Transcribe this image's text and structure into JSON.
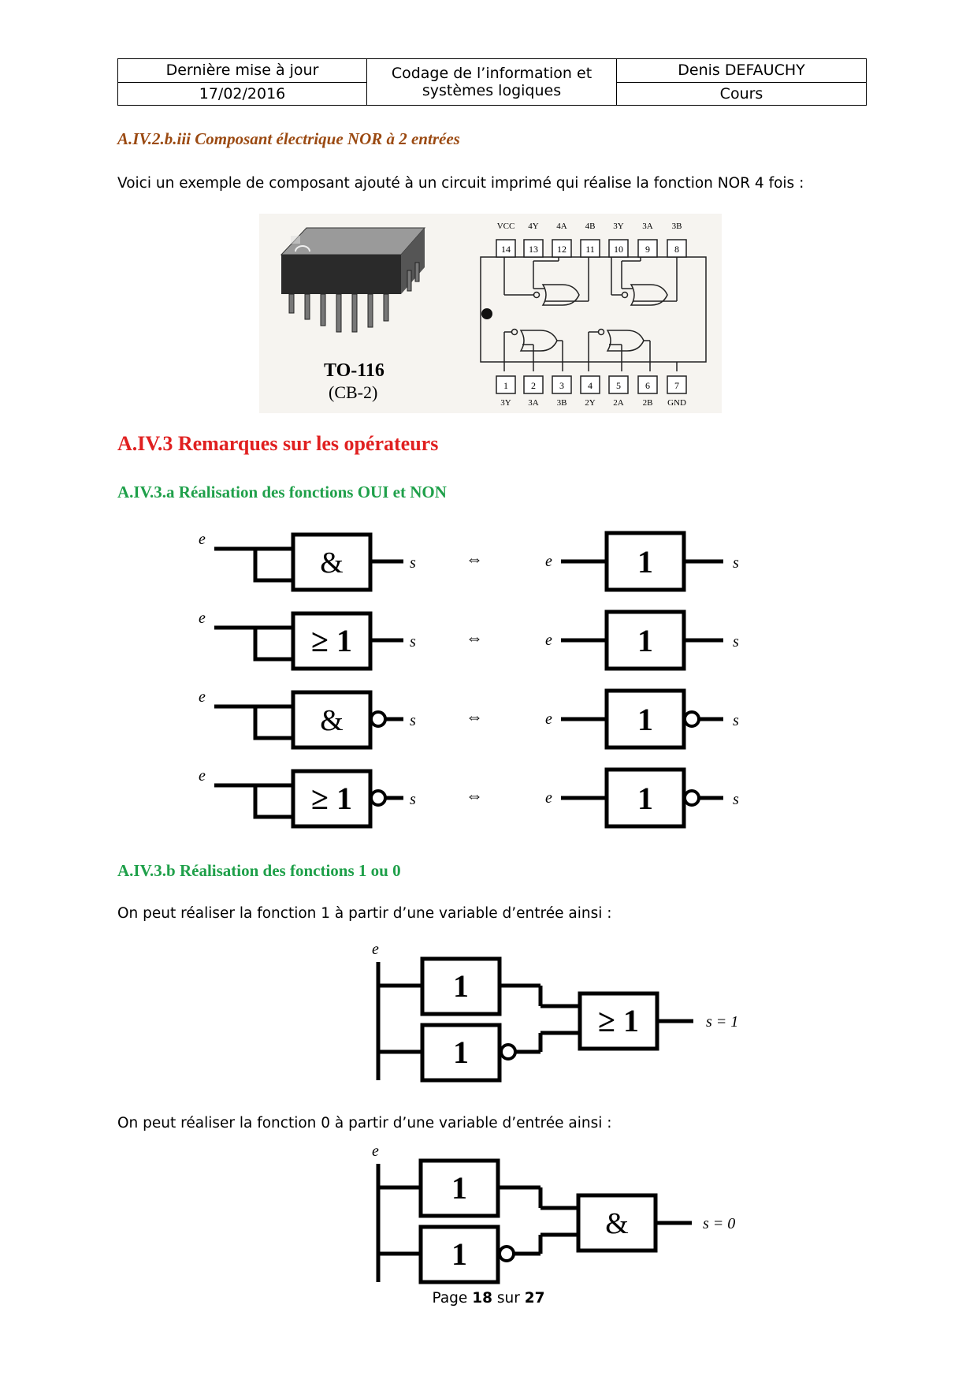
{
  "header": {
    "last_update_label": "Dernière mise à jour",
    "date": "17/02/2016",
    "title_line1": "Codage de l’information et",
    "title_line2": "systèmes logiques",
    "author": "Denis DEFAUCHY",
    "doc_type": "Cours"
  },
  "section_iii": {
    "heading": "A.IV.2.b.iii Composant électrique NOR à 2 entrées",
    "text": "Voici un exemple de composant ajouté à un circuit imprimé qui réalise la fonction NOR 4 fois :"
  },
  "chip": {
    "package_name": "TO-116",
    "package_code": "(CB-2)",
    "top_pin_labels": [
      "VCC",
      "4Y",
      "4A",
      "4B",
      "3Y",
      "3A",
      "3B"
    ],
    "top_pin_numbers": [
      "14",
      "13",
      "12",
      "11",
      "10",
      "9",
      "8"
    ],
    "bottom_pin_numbers": [
      "1",
      "2",
      "3",
      "4",
      "5",
      "6",
      "7"
    ],
    "bottom_pin_labels": [
      "3Y",
      "3A",
      "3B",
      "2Y",
      "2A",
      "2B",
      "GND"
    ]
  },
  "section_3": {
    "heading": "A.IV.3 Remarques sur les opérateurs"
  },
  "section_3a": {
    "heading": "A.IV.3.a Réalisation des fonctions OUI et NON",
    "input_var": "e",
    "output_var": "s",
    "equiv": "⇔",
    "rows": [
      {
        "left_symbol": "&",
        "right_symbol": "1",
        "negated": false
      },
      {
        "left_symbol": "≥ 1",
        "right_symbol": "1",
        "negated": false
      },
      {
        "left_symbol": "&",
        "right_symbol": "1",
        "negated": true
      },
      {
        "left_symbol": "≥ 1",
        "right_symbol": "1",
        "negated": true
      }
    ]
  },
  "section_3b": {
    "heading": "A.IV.3.b Réalisation des fonctions 1 ou 0",
    "text_one": "On peut réaliser la fonction 1 à partir d’une variable d’entrée ainsi :",
    "text_zero": "On peut réaliser la fonction 0 à partir d’une variable d’entrée ainsi :",
    "circuit_one": {
      "input": "e",
      "gate_top": "1",
      "gate_bottom": "1",
      "gate_out": "≥ 1",
      "output": "s = 1"
    },
    "circuit_zero": {
      "input": "e",
      "gate_top": "1",
      "gate_bottom": "1",
      "gate_out": "&",
      "output": "s = 0"
    }
  },
  "footer": {
    "prefix": "Page",
    "page": "18",
    "middle": "sur",
    "total": "27"
  }
}
